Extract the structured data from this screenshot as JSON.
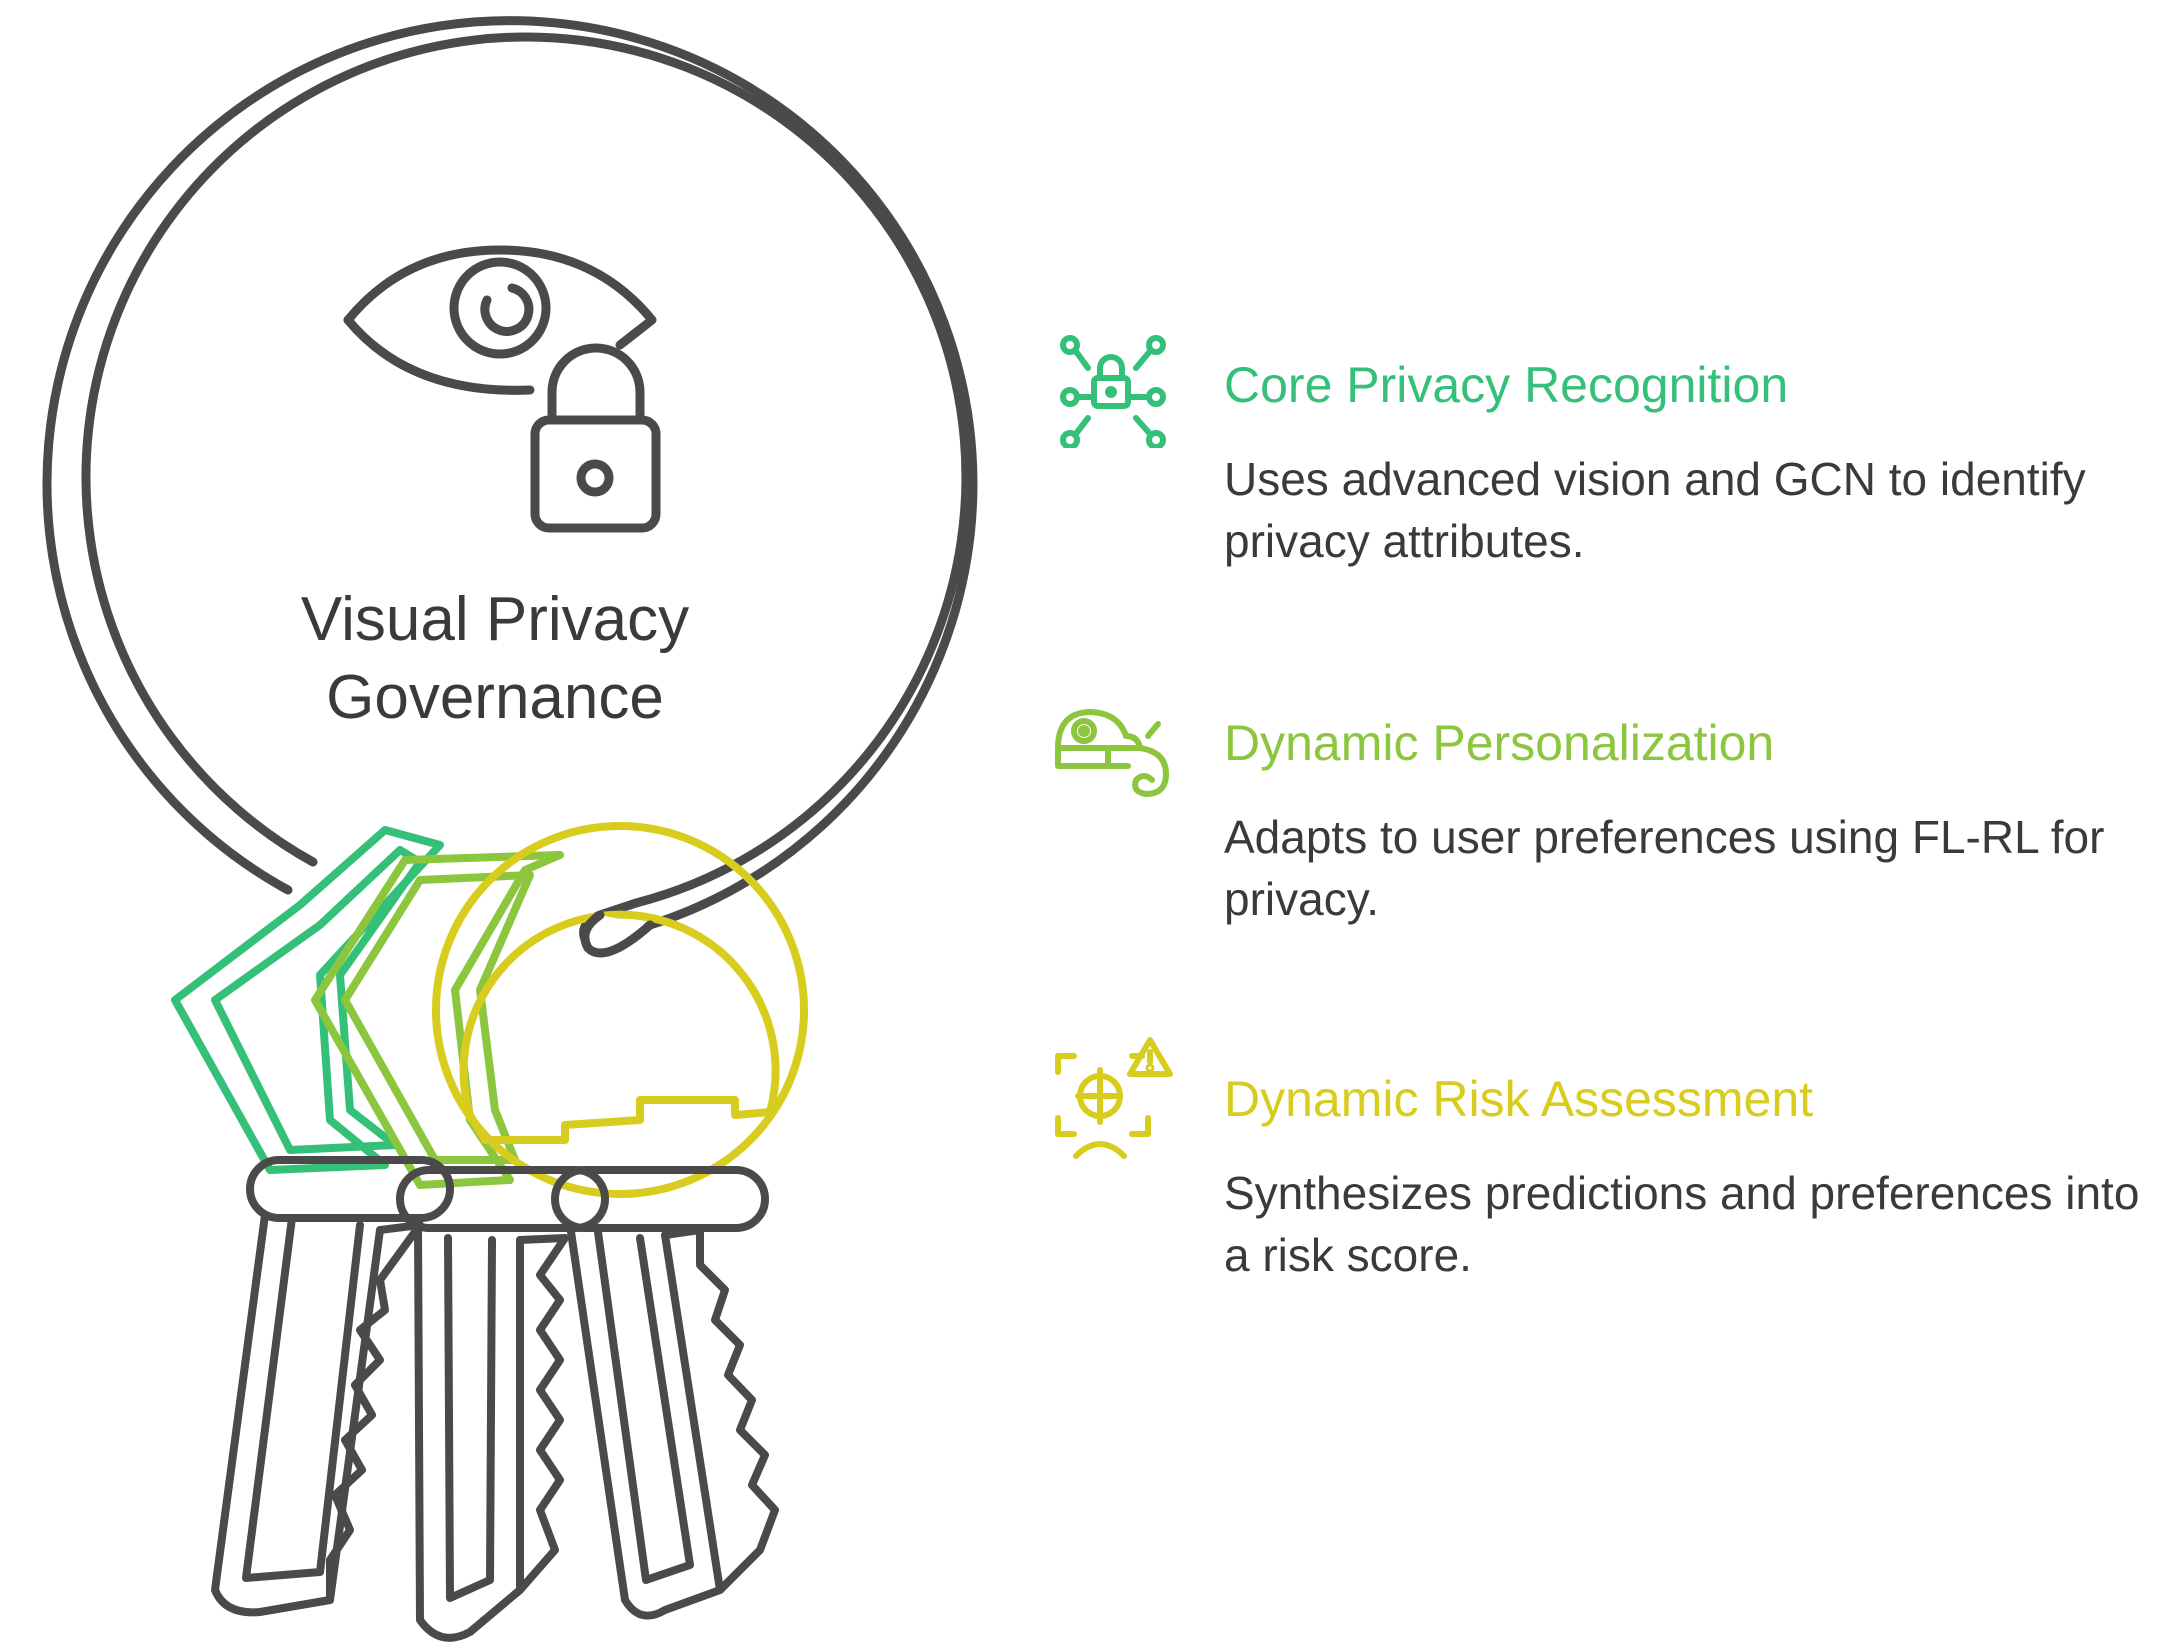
{
  "main_title": {
    "line1": "Visual Privacy",
    "line2": "Governance"
  },
  "colors": {
    "outline": "#4a4a4a",
    "green": "#35c07a",
    "lime": "#8cc63f",
    "yellow": "#d8cc1f",
    "text": "#3a3a3a"
  },
  "items": [
    {
      "title": "Core Privacy Recognition",
      "description": "Uses advanced vision and GCN to identify privacy attributes.",
      "icon": "network-lock-icon",
      "color": "#35c07a"
    },
    {
      "title": "Dynamic Personalization",
      "description": "Adapts to user preferences using FL-RL for privacy.",
      "icon": "chameleon-icon",
      "color": "#8cc63f"
    },
    {
      "title": "Dynamic Risk Assessment",
      "description": "Synthesizes predictions and preferences into a risk score.",
      "icon": "risk-scan-icon",
      "color": "#d8cc1f"
    }
  ]
}
